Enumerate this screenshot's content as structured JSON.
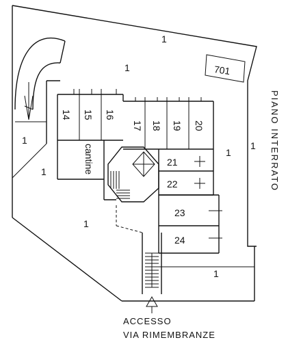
{
  "side_label": "PIANO INTERRATO",
  "parcel_number": "701",
  "cantine_label": "cantine",
  "spaces": [
    "14",
    "15",
    "16",
    "17",
    "18",
    "19",
    "20",
    "21",
    "22",
    "23",
    "24"
  ],
  "ones": [
    "1",
    "1",
    "1",
    "1",
    "1",
    "1",
    "1",
    "1"
  ],
  "access": {
    "line1": "ACCESSO",
    "line2": "VIA RIMEMBRANZE"
  }
}
